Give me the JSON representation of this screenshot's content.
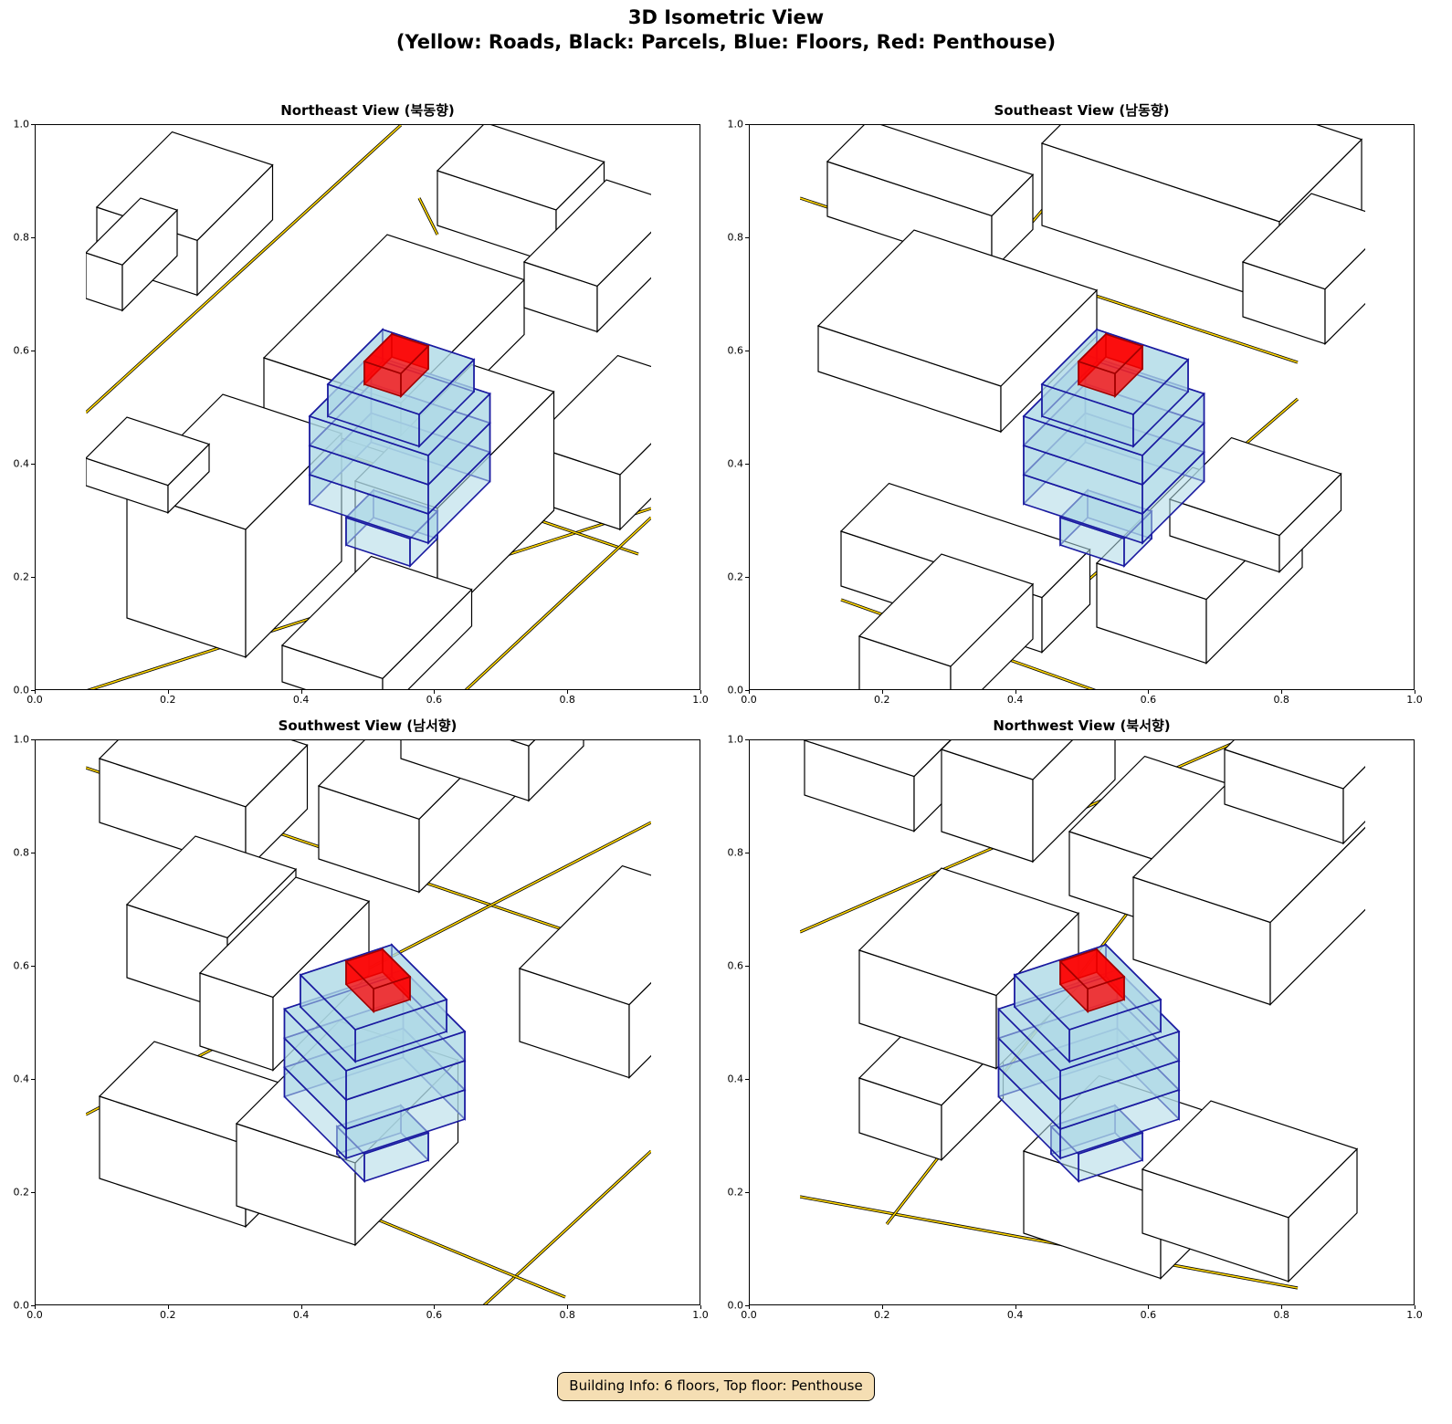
{
  "title_line1": "3D Isometric View",
  "title_line2": "(Yellow: Roads, Black: Parcels, Blue: Floors, Red: Penthouse)",
  "panels": [
    {
      "title": "Northeast View (북동향)"
    },
    {
      "title": "Southeast View (남동향)"
    },
    {
      "title": "Southwest View (남서향)"
    },
    {
      "title": "Northwest View (북서향)"
    }
  ],
  "ticks": [
    "0.0",
    "0.2",
    "0.4",
    "0.6",
    "0.8",
    "1.0"
  ],
  "axis_range": [
    0,
    1
  ],
  "info_box": "Building Info: 6 floors, Top floor: Penthouse",
  "building": {
    "floors": 6,
    "top_floor": "Penthouse"
  },
  "colors": {
    "roads": "#ffd700",
    "parcels": "#000000",
    "floors": "#add8e6",
    "floor_edges": "#00008b",
    "penthouse": "#ff0000",
    "info_bg": "#f5deb3"
  }
}
